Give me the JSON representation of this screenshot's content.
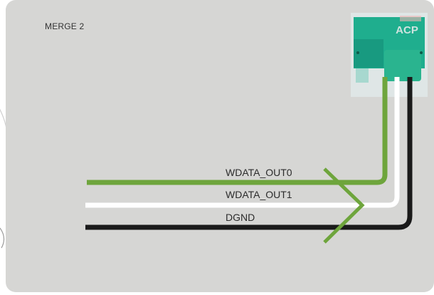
{
  "diagram": {
    "title": "MERGE 2",
    "background_color": "#d6d6d4",
    "device": {
      "name": "ACP",
      "panel_color": "#dfe6e6",
      "body_color": "#1fae8e",
      "icon": "chip-module-icon"
    },
    "signals": [
      {
        "label": "WDATA_OUT0",
        "color": "#6ea53c"
      },
      {
        "label": "WDATA_OUT1",
        "color": "#ffffff"
      },
      {
        "label": "DGND",
        "color": "#1a1a1a"
      }
    ],
    "arrow_color": "#6ea53c",
    "arrow_direction": "right"
  }
}
